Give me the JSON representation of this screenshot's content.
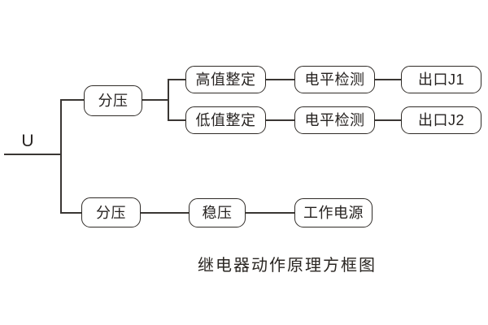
{
  "diagram": {
    "input_label": "U",
    "caption": "继电器动作原理方框图",
    "nodes": {
      "fenya_top": {
        "label": "分压"
      },
      "gaozhi_zhengding": {
        "label": "高值整定"
      },
      "dizhi_zhengding": {
        "label": "低值整定"
      },
      "dianping_jiance_1": {
        "label": "电平检测"
      },
      "dianping_jiance_2": {
        "label": "电平检测"
      },
      "chukou_j1": {
        "label": "出口J1"
      },
      "chukou_j2": {
        "label": "出口J2"
      },
      "fenya_bottom": {
        "label": "分压"
      },
      "wenya": {
        "label": "稳压"
      },
      "gongzuo_dianyuan": {
        "label": "工作电源"
      }
    },
    "colors": {
      "background": "#ffffff",
      "line": "#3a3633",
      "box_border": "#2f2b27",
      "text": "#262220"
    }
  }
}
